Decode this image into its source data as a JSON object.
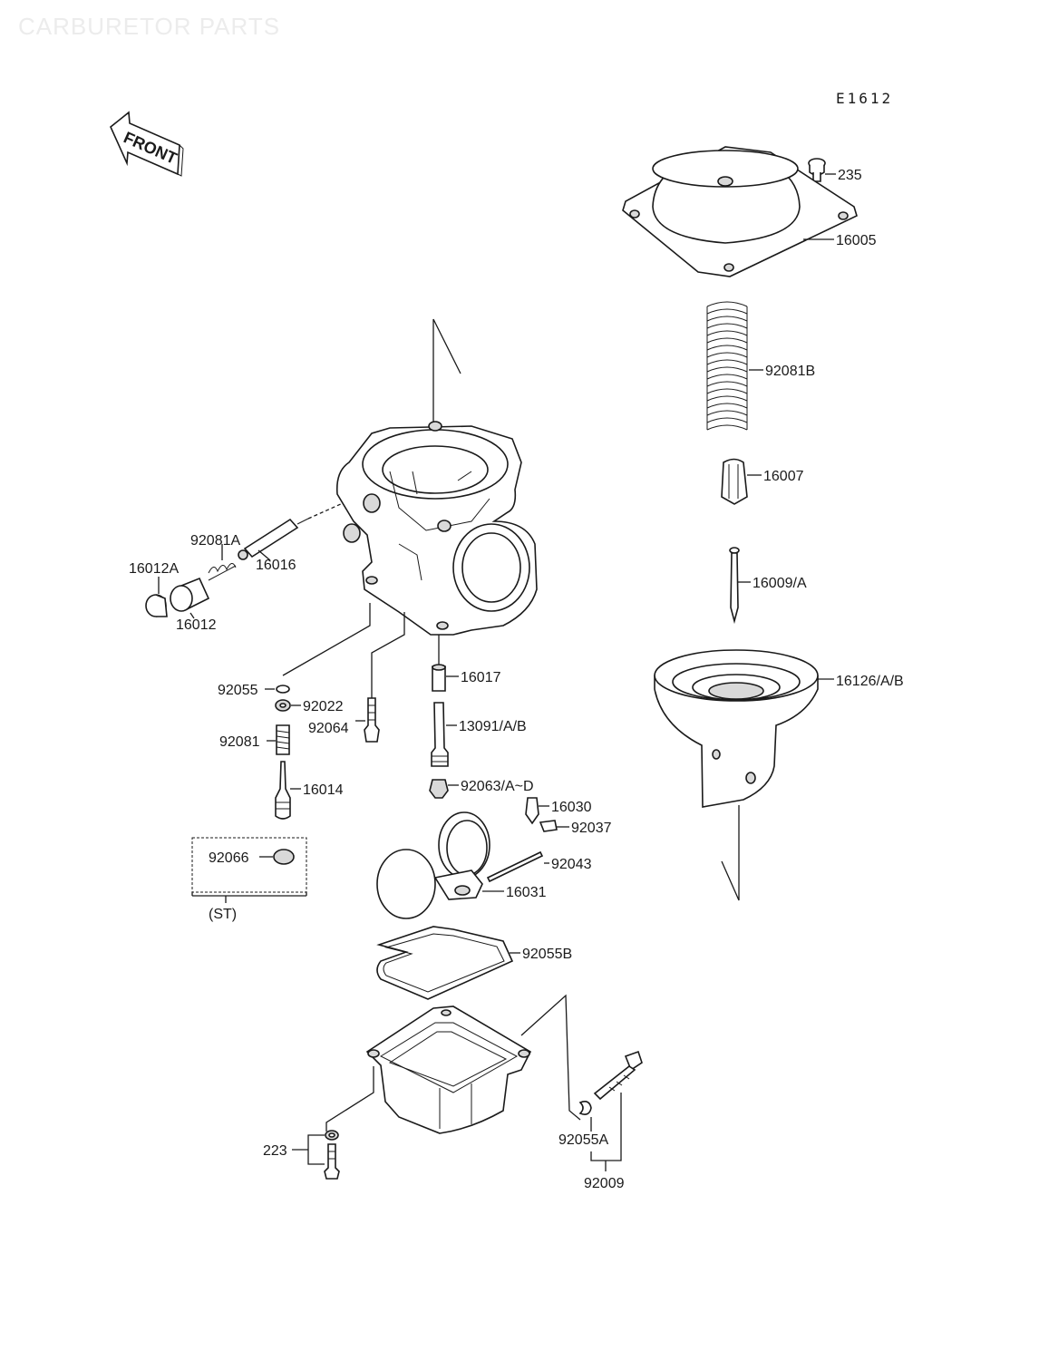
{
  "watermark": "CARBURETOR PARTS",
  "diagram_code": "E1612",
  "front_label": "FRONT",
  "parts": {
    "p235": "235",
    "p16005": "16005",
    "p92081B": "92081B",
    "p16007": "16007",
    "p16009A": "16009/A",
    "p16126AB": "16126/A/B",
    "p92081A": "92081A",
    "p16016": "16016",
    "p16012A": "16012A",
    "p16012": "16012",
    "p92055": "92055",
    "p92022": "92022",
    "p92064": "92064",
    "p92081": "92081",
    "p16014": "16014",
    "p16017": "16017",
    "p13091AB": "13091/A/B",
    "p92063AD": "92063/A~D",
    "p16030": "16030",
    "p92037": "92037",
    "p92066": "92066",
    "st": "(ST)",
    "p92043": "92043",
    "p16031": "16031",
    "p92055B": "92055B",
    "p223": "223",
    "p92055A": "92055A",
    "p92009": "92009"
  }
}
